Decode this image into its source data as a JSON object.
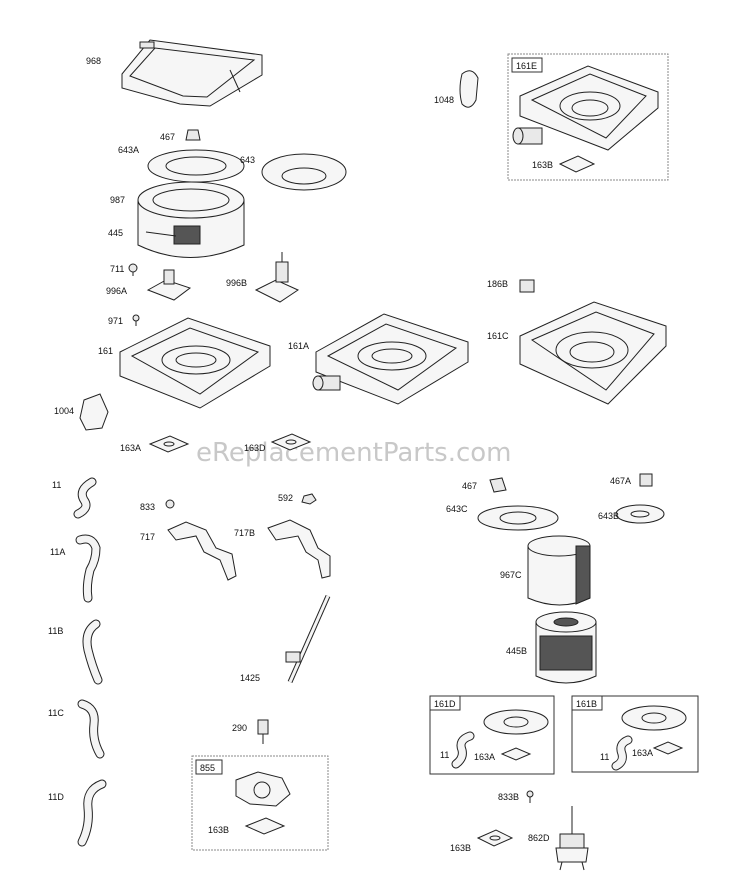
{
  "watermark": "eReplacementParts.com",
  "labels": {
    "l968": "968",
    "l467": "467",
    "l643A": "643A",
    "l643": "643",
    "l987": "987",
    "l445": "445",
    "l711": "711",
    "l996A": "996A",
    "l996B": "996B",
    "l971": "971",
    "l161": "161",
    "l161A": "161A",
    "l161C": "161C",
    "l1004": "1004",
    "l163A": "163A",
    "l163D": "163D",
    "l1048": "1048",
    "l161E": "161E",
    "l163B_top": "163B",
    "l186B": "186B",
    "l11": "11",
    "l11A": "11A",
    "l11B": "11B",
    "l11C": "11C",
    "l11D": "11D",
    "l833": "833",
    "l717": "717",
    "l592": "592",
    "l717B": "717B",
    "l1425": "1425",
    "l290": "290",
    "l855": "855",
    "l163B_855": "163B",
    "l467_r": "467",
    "l467A": "467A",
    "l643C": "643C",
    "l643B": "643B",
    "l967C": "967C",
    "l445B": "445B",
    "l161D": "161D",
    "l11_161D": "11",
    "l163A_161D": "163A",
    "l161B": "161B",
    "l11_161B": "11",
    "l163A_161B": "163A",
    "l833B": "833B",
    "l163B_bot": "163B",
    "l862D": "862D"
  }
}
